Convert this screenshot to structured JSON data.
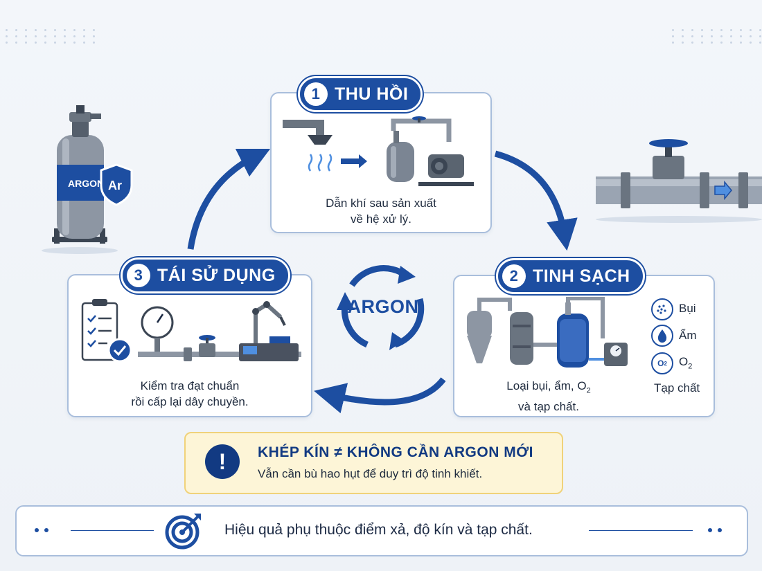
{
  "center_label": "ARGON",
  "cylinder": {
    "label": "ARGON",
    "badge": "Ar"
  },
  "steps": [
    {
      "number": "1",
      "title": "THU HỒI",
      "caption_line1": "Dẫn khí sau sản xuất",
      "caption_line2": "về hệ xử lý."
    },
    {
      "number": "2",
      "title": "TINH SẠCH",
      "caption_line1": "Loại bụi, ẩm, O",
      "caption_sub": "2",
      "caption_line2": "và tạp chất."
    },
    {
      "number": "3",
      "title": "TÁI SỬ DỤNG",
      "caption_line1": "Kiểm tra đạt chuẩn",
      "caption_line2": "rồi cấp lại dây chuyền."
    }
  ],
  "impurities": {
    "dust": "Bụi",
    "moisture": "Ẩm",
    "oxygen": "O",
    "oxygen_sub": "2",
    "other": "Tạp chất"
  },
  "warning": {
    "title": "KHÉP KÍN ≠ KHÔNG CẦN ARGON MỚI",
    "text": "Vẫn cần bù hao hụt để duy trì độ tinh khiết.",
    "icon": "exclamation-icon"
  },
  "footer": {
    "text": "Hiệu quả phụ thuộc điểm xả, độ kín và tạp chất.",
    "icon": "target-icon"
  },
  "colors": {
    "primary": "#1d4ea1",
    "card_border": "#a9bedc",
    "warning_bg": "#fdf5d7",
    "warning_border": "#f0d27a"
  }
}
